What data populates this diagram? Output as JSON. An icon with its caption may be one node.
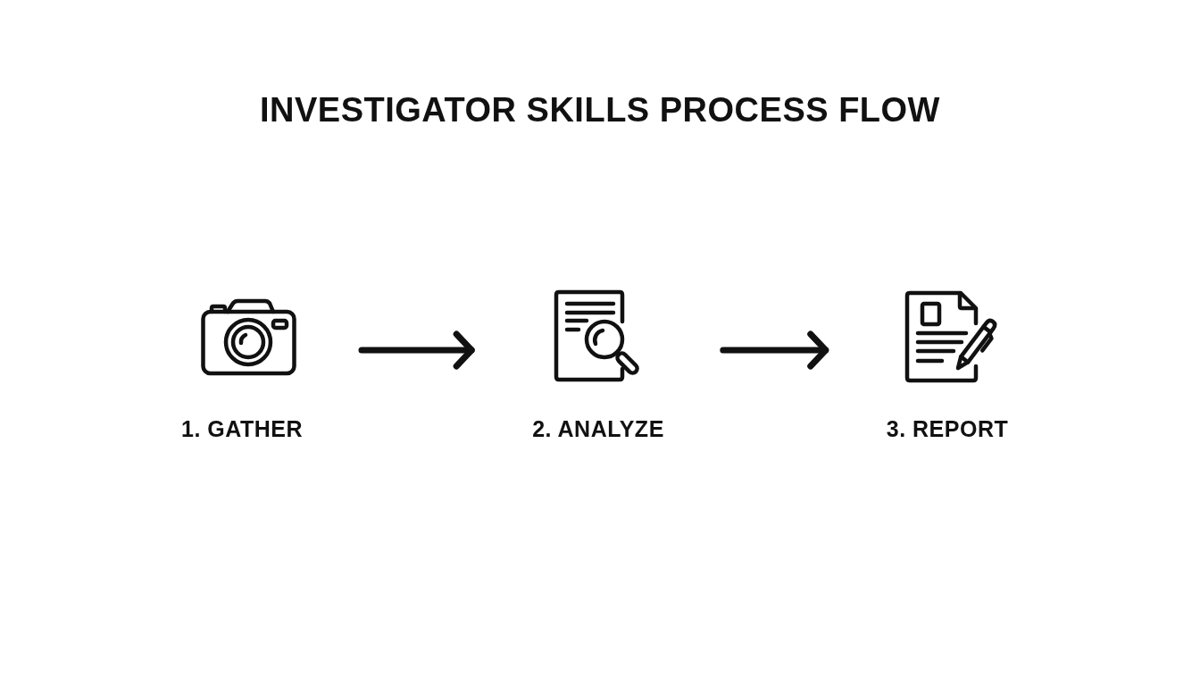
{
  "diagram": {
    "title": "INVESTIGATOR SKILLS PROCESS FLOW",
    "nodes": [
      {
        "text": [
          "1. GATHER"
        ]
      },
      {
        "text": [
          "2. ANALYZE"
        ]
      },
      {
        "text": [
          "3. REPORT"
        ]
      }
    ],
    "edges": [
      {
        "from": 0,
        "to": 1,
        "arrow": "to"
      },
      {
        "from": 1,
        "to": 2,
        "arrow": "to"
      }
    ]
  }
}
